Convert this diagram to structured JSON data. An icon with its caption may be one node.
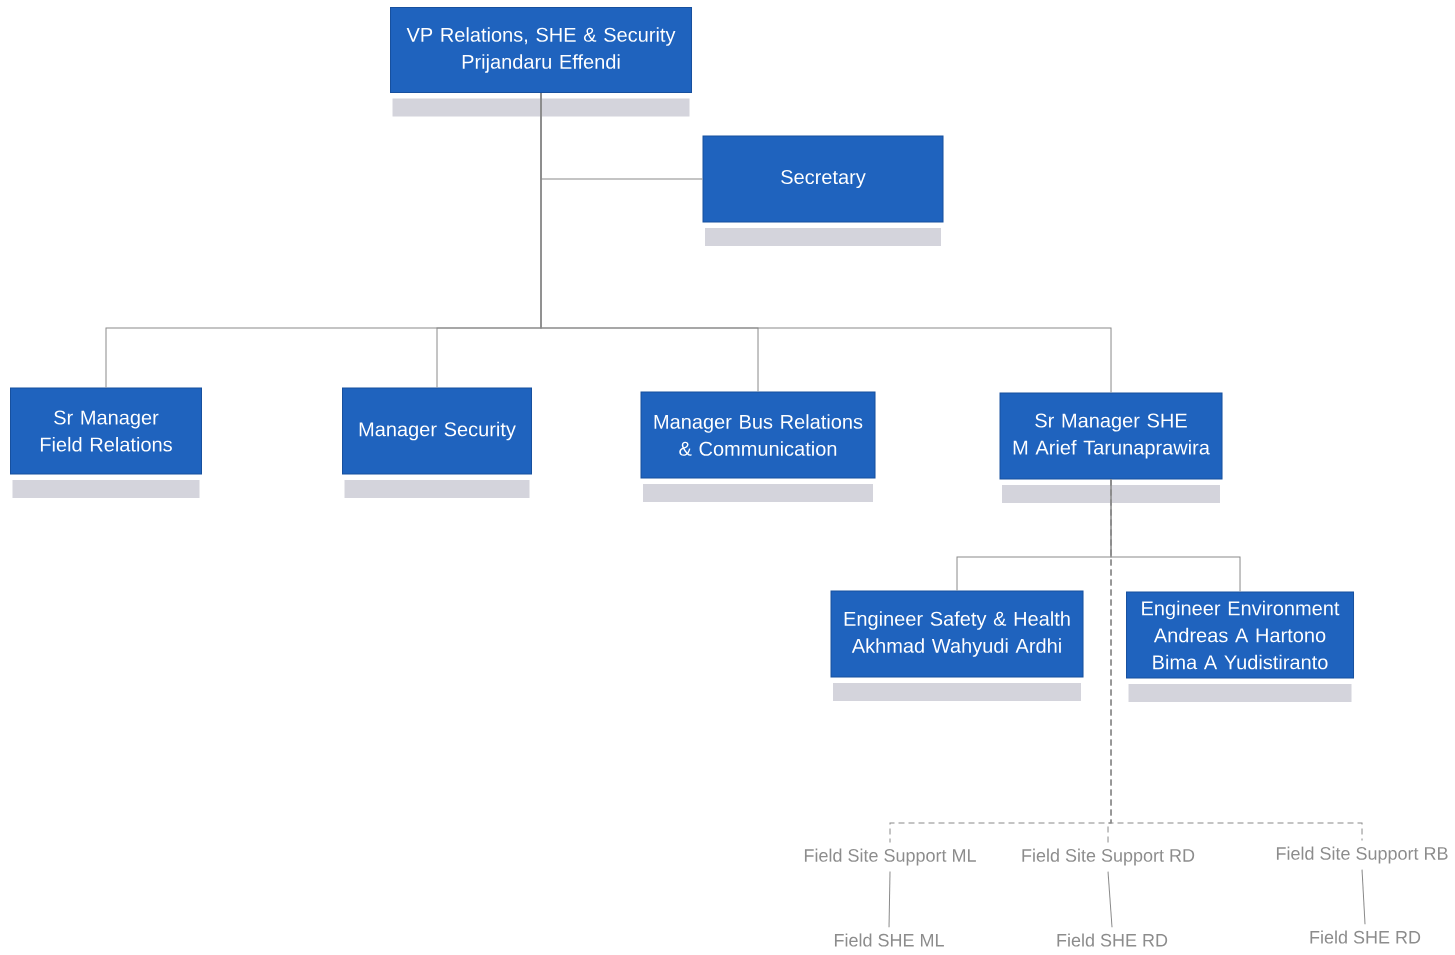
{
  "diagram": {
    "nodes": [
      {
        "text": [
          "VP Relations, SHE & Security",
          "Prijandaru Effendi"
        ]
      },
      {
        "text": [
          "Secretary"
        ]
      },
      {
        "text": [
          "Sr Manager Field Relations"
        ]
      },
      {
        "text": [
          "Manager Security"
        ]
      },
      {
        "text": [
          "Manager Bus Relations & Communication"
        ]
      },
      {
        "text": [
          "Sr Manager SHE",
          "M Arief Tarunaprawira"
        ]
      },
      {
        "text": [
          "Engineer Safety & Health",
          "Akhmad Wahyudi Ardhi"
        ]
      },
      {
        "text": [
          "Engineer Environment",
          "Andreas A Hartono",
          "Bima A Yudistiranto"
        ]
      },
      {
        "text": [
          "Field Site Support ML"
        ]
      },
      {
        "text": [
          "Field Site Support RD"
        ]
      },
      {
        "text": [
          "Field Site Support RB"
        ]
      },
      {
        "text": [
          "Field SHE ML"
        ]
      },
      {
        "text": [
          "Field SHE RD"
        ]
      },
      {
        "text": [
          "Field SHE RD"
        ]
      }
    ],
    "edges": [
      {
        "from": 0,
        "to": 1,
        "arrow": "none"
      },
      {
        "from": 0,
        "to": 2,
        "arrow": "none"
      },
      {
        "from": 0,
        "to": 3,
        "arrow": "none"
      },
      {
        "from": 0,
        "to": 4,
        "arrow": "none"
      },
      {
        "from": 0,
        "to": 5,
        "arrow": "none"
      },
      {
        "from": 5,
        "to": 6,
        "arrow": "none"
      },
      {
        "from": 5,
        "to": 7,
        "arrow": "none"
      },
      {
        "from": 5,
        "to": 8,
        "arrow": "none",
        "style": "dashed"
      },
      {
        "from": 5,
        "to": 9,
        "arrow": "none",
        "style": "dashed"
      },
      {
        "from": 5,
        "to": 10,
        "arrow": "none",
        "style": "dashed"
      },
      {
        "from": 8,
        "to": 11,
        "arrow": "none"
      },
      {
        "from": 9,
        "to": 12,
        "arrow": "none"
      },
      {
        "from": 10,
        "to": 13,
        "arrow": "none"
      }
    ]
  }
}
